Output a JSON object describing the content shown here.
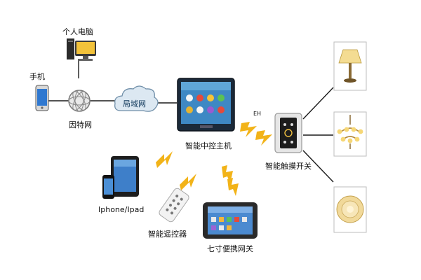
{
  "nodes": {
    "pc": "个人电脑",
    "phone": "手机",
    "internet": "因特网",
    "lan": "局域网",
    "controller": "智能中控主机",
    "touch_switch": "智能触摸开关",
    "iphone_ipad": "Iphone/Ipad",
    "remote": "智能遥控器",
    "gateway": "七寸便携网关"
  },
  "link_label": "EH",
  "icons": [
    "desktop-pc-icon",
    "mobile-phone-icon",
    "globe-icon",
    "cloud-icon",
    "touch-panel-icon",
    "touch-switch-icon",
    "tablet-phone-icon",
    "remote-control-icon",
    "portable-gateway-icon",
    "table-lamp-icon",
    "chandelier-icon",
    "ceiling-light-icon",
    "wireless-signal-icon"
  ],
  "colors": {
    "line": "#1a1a1a",
    "signal": "#f2b318",
    "cloud": "#dce8f2",
    "panel": "#1b2a3a"
  }
}
